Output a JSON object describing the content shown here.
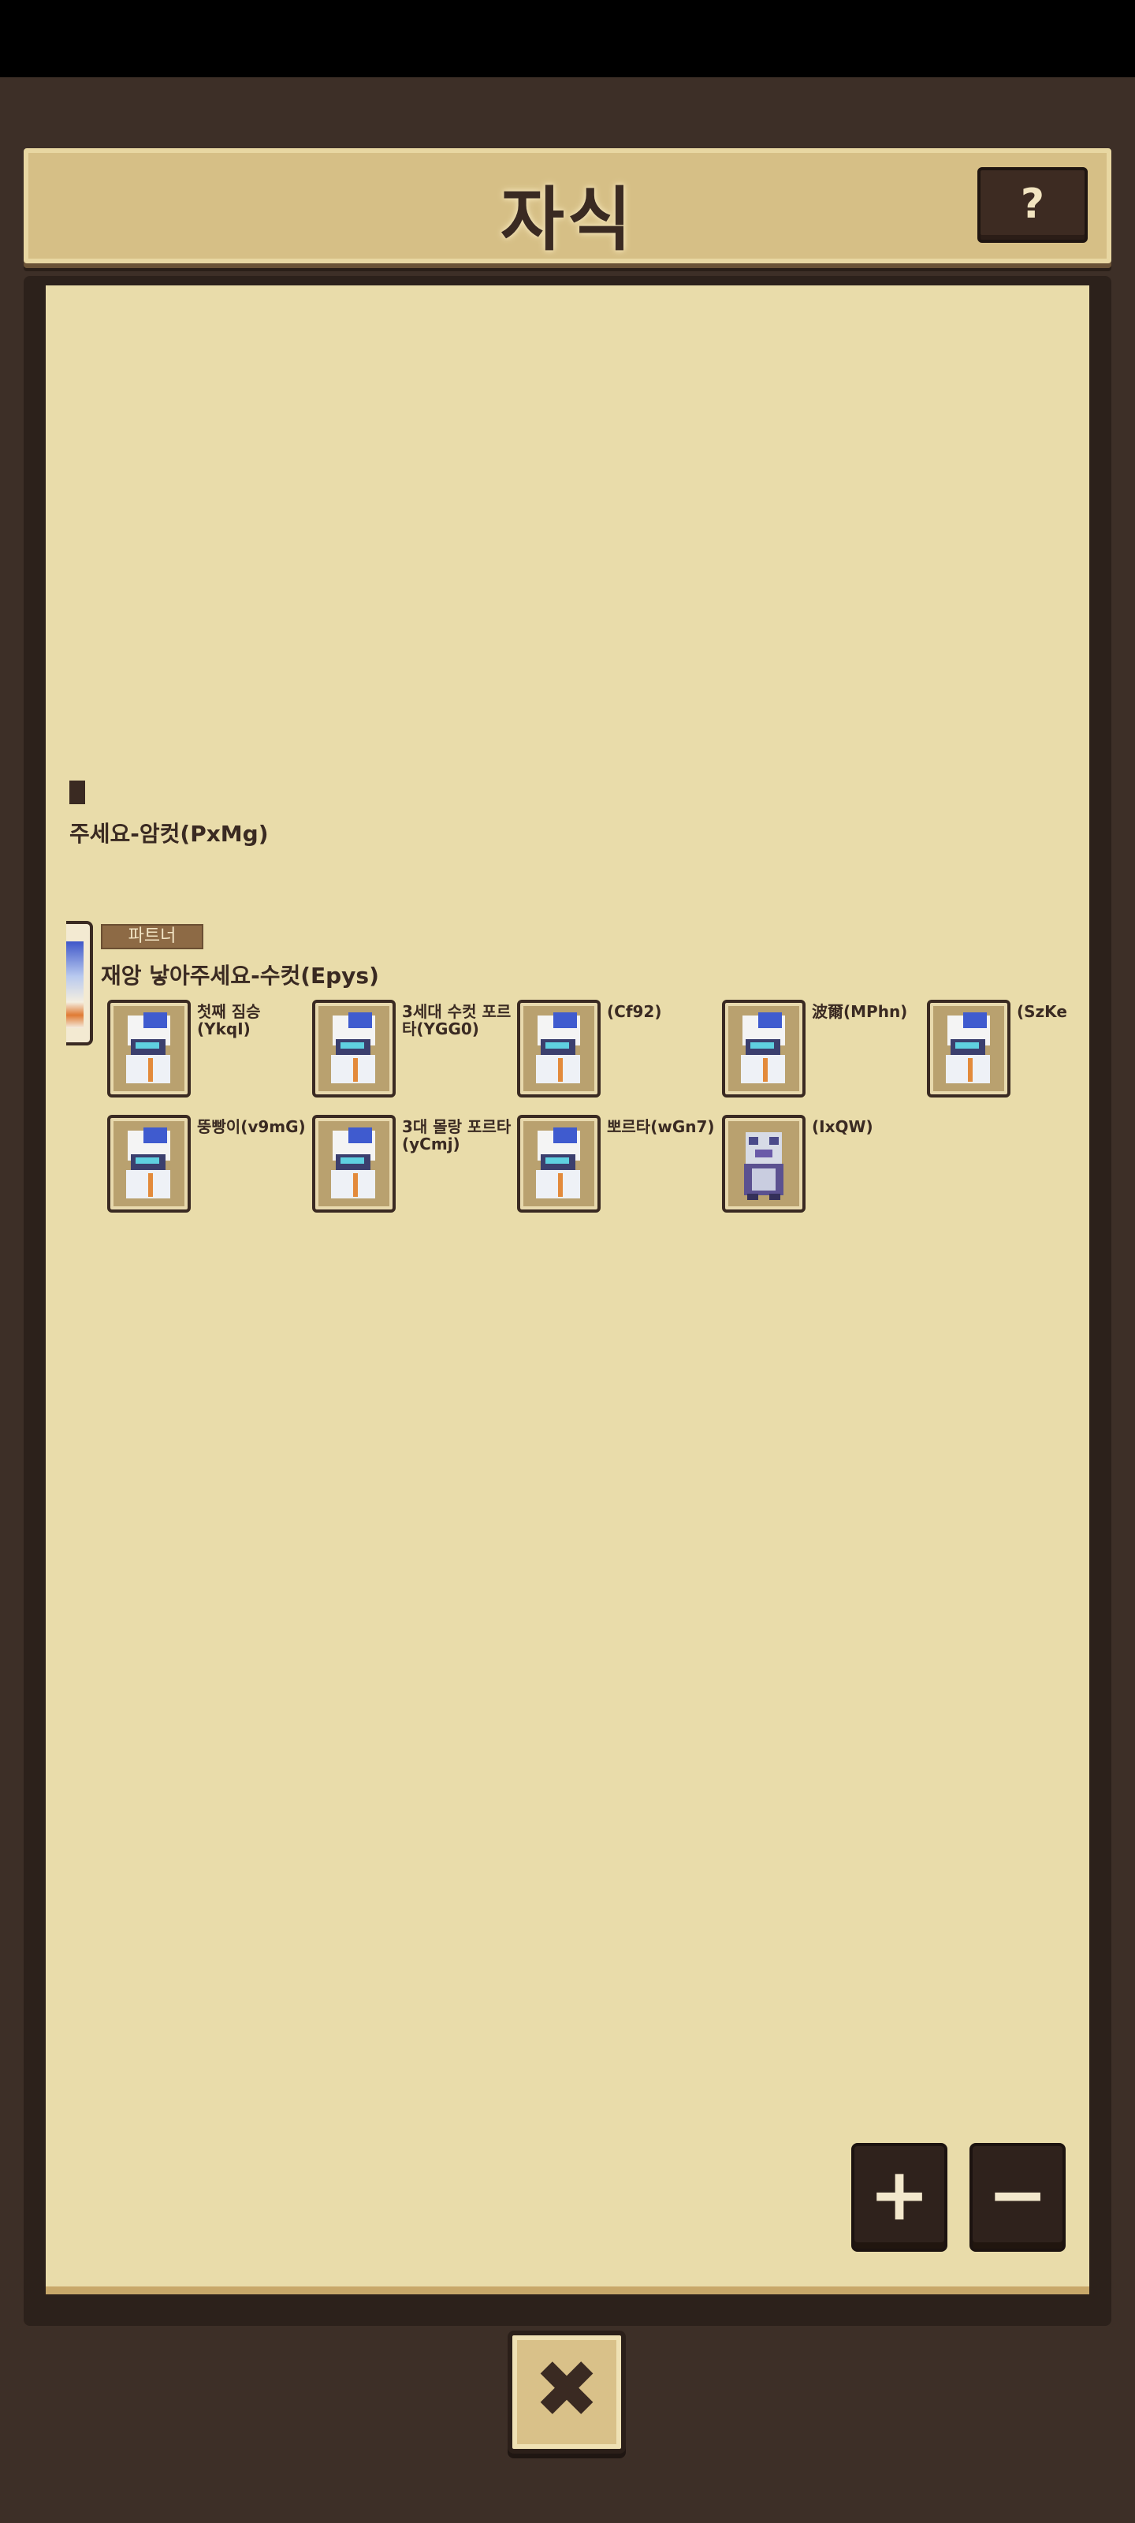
{
  "header": {
    "title": "자식",
    "help_label": "?"
  },
  "tree": {
    "generation_label": "주세요-암컷(PxMg)",
    "partner_badge": "파트너",
    "partner_name": "재앙 낳아주세요-수컷(Epys)"
  },
  "children": [
    {
      "name": "첫째 짐승(YkqI)",
      "art": "white-blue"
    },
    {
      "name": "3세대 수컷 포르타(YGG0)",
      "art": "white-blue"
    },
    {
      "name": "(Cf92)",
      "art": "white-blue"
    },
    {
      "name": "波爾(MPhn)",
      "art": "white-blue"
    },
    {
      "name": "(SzKe",
      "art": "white-blue"
    },
    {
      "name": "뚱빵이(v9mG)",
      "art": "white-blue"
    },
    {
      "name": "3대 몰랑 포르타(yCmj)",
      "art": "white-blue"
    },
    {
      "name": "뽀르타(wGn7)",
      "art": "white-blue"
    },
    {
      "name": "(IxQW)",
      "art": "grey-purple"
    }
  ],
  "controls": {
    "zoom_in": "+",
    "zoom_out": "−",
    "close": "✖"
  },
  "colors": {
    "parchment": "#e9dcaa",
    "frame": "#2c211b",
    "banner": "#d6bf86",
    "text": "#3a2a22"
  }
}
